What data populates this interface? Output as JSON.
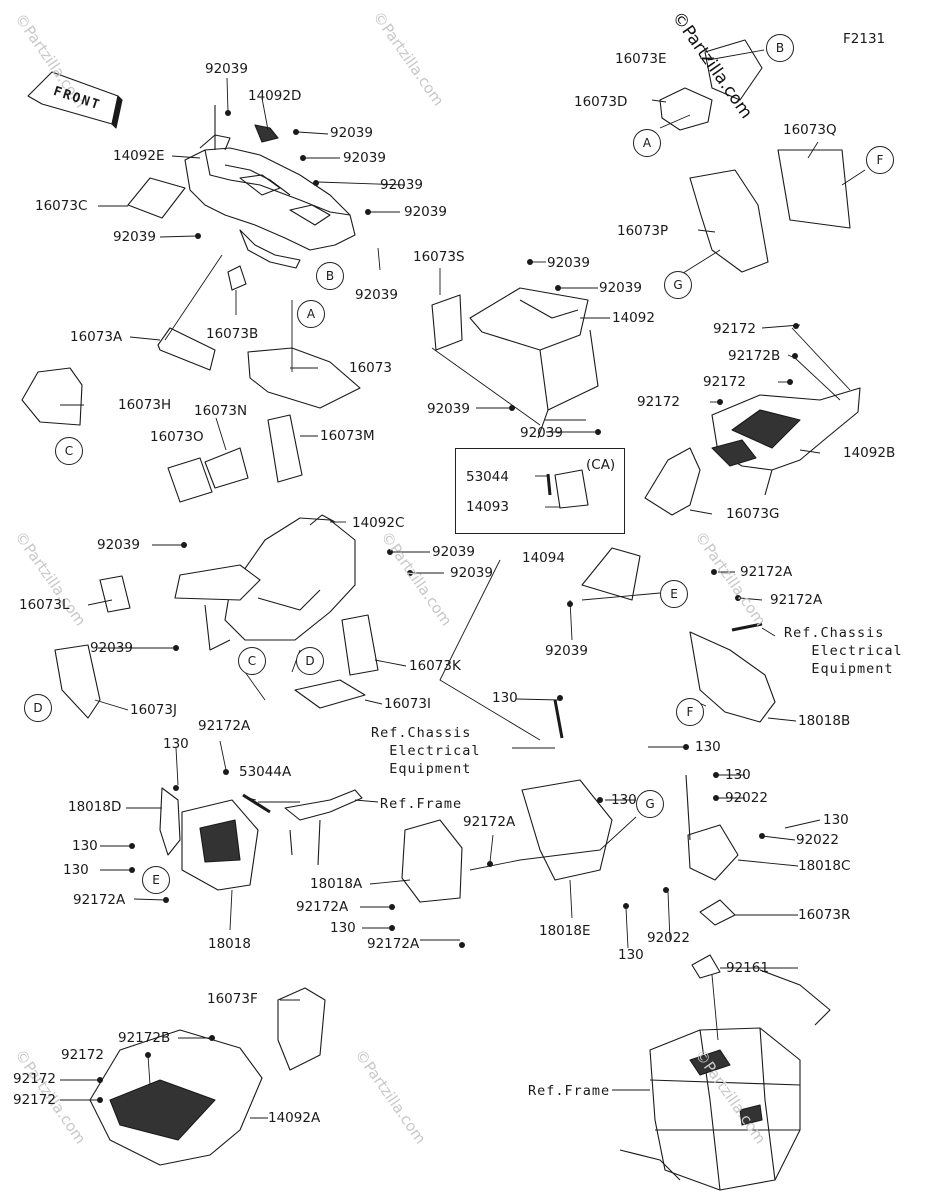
{
  "figure_code": "F2131",
  "watermark": "©Partzilla.com",
  "front_label": "FRONT",
  "ca_box_label": "(CA)",
  "ref_labels": {
    "chassis_electrical_1": "Ref.Chassis\n   Electrical\n   Equipment",
    "chassis_electrical_2": "Ref.Chassis\n  Electrical\n  Equipment",
    "frame_1": "Ref.Frame",
    "frame_2": "Ref.Frame"
  },
  "callouts": {
    "A1": "A",
    "A2": "A",
    "B1": "B",
    "B2": "B",
    "C1": "C",
    "C2": "C",
    "D1": "D",
    "D2": "D",
    "E1": "E",
    "E2": "E",
    "F1": "F",
    "F2": "F",
    "G1": "G",
    "G2": "G"
  },
  "labels": {
    "p1": "92039",
    "p2": "14092D",
    "p3": "92039",
    "p4": "14092E",
    "p5": "92039",
    "p6": "92039",
    "p7": "16073C",
    "p8": "92039",
    "p9": "92039",
    "p10": "92039",
    "p11": "16073A",
    "p12": "16073B",
    "p13": "16073",
    "p14": "16073H",
    "p15": "16073E",
    "p16": "16073D",
    "p17": "16073Q",
    "p18": "16073P",
    "p19": "16073S",
    "p20": "92039",
    "p21": "92039",
    "p22": "14092",
    "p23": "92039",
    "p24": "92039",
    "p25": "92172",
    "p26": "92172B",
    "p27": "92172",
    "p28": "92172",
    "p29": "14092B",
    "p30": "16073G",
    "p31": "53044",
    "p32": "14093",
    "p33": "16073N",
    "p34": "16073O",
    "p35": "16073M",
    "p36": "14092C",
    "p37": "92039",
    "p38": "92039",
    "p39": "92039",
    "p40": "16073L",
    "p41": "92039",
    "p42": "16073K",
    "p43": "16073I",
    "p44": "16073J",
    "p45": "14094",
    "p46": "92039",
    "p47": "92172A",
    "p48": "92172A",
    "p49": "18018B",
    "p50": "130",
    "p51": "92172A",
    "p52": "130",
    "p53": "53044A",
    "p54": "18018D",
    "p55": "130",
    "p56": "130",
    "p57": "92172A",
    "p58": "18018",
    "p59": "92172A",
    "p60": "18018A",
    "p61": "92172A",
    "p62": "130",
    "p63": "92172A",
    "p64": "130",
    "p65": "18018E",
    "p66": "130",
    "p67": "130",
    "p68": "92022",
    "p69": "130",
    "p70": "92022",
    "p71": "18018C",
    "p72": "16073R",
    "p73": "130",
    "p74": "92022",
    "p75": "92161",
    "p76": "16073F",
    "p77": "92172B",
    "p78": "92172",
    "p79": "92172",
    "p80": "92172",
    "p81": "14092A"
  },
  "colors": {
    "ink": "#1a1a1a",
    "watermark": "#c8c8c8",
    "background": "#ffffff"
  }
}
